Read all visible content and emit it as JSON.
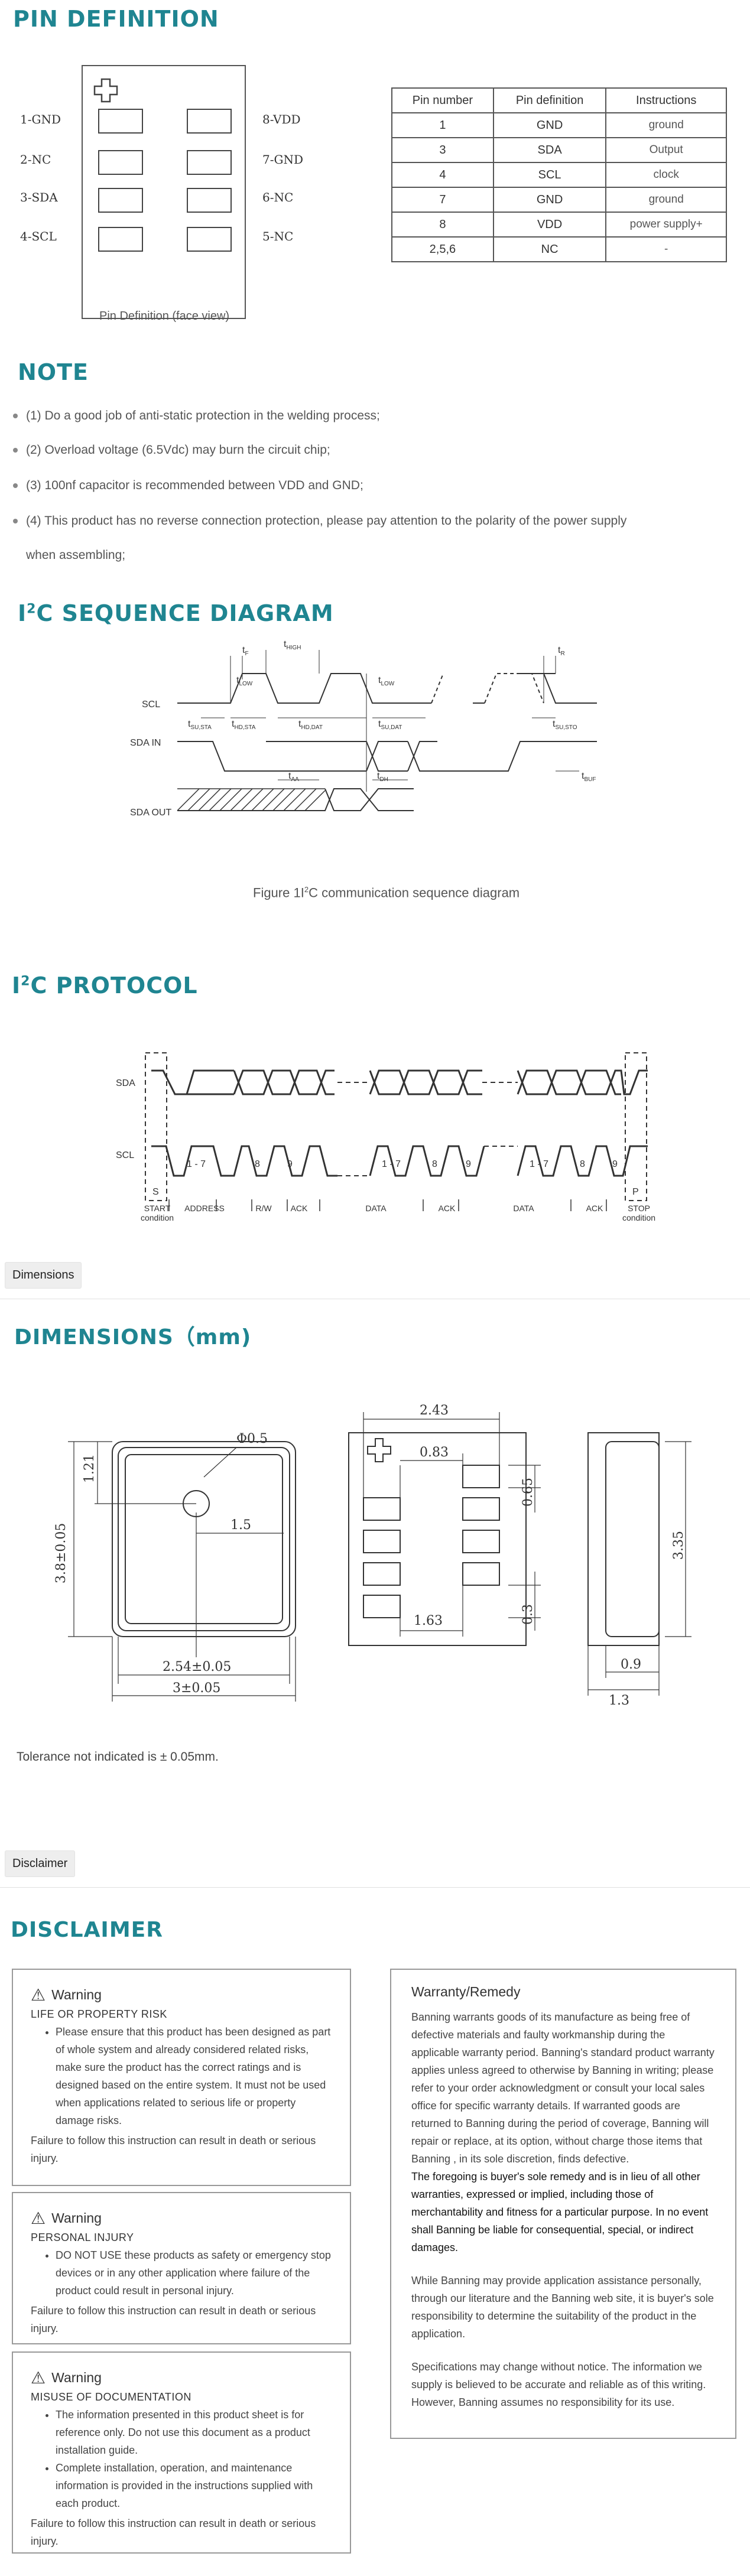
{
  "pin_section": {
    "title": "PIN DEFINITION",
    "left_labels": [
      "1-GND",
      "2-NC",
      "3-SDA",
      "4-SCL"
    ],
    "right_labels": [
      "8-VDD",
      "7-GND",
      "6-NC",
      "5-NC"
    ],
    "caption": "Pin Definition (face view)"
  },
  "pin_table": {
    "headers": [
      "Pin number",
      "Pin definition",
      "Instructions"
    ],
    "rows": [
      {
        "pin": "1",
        "def": "GND",
        "inst": "ground"
      },
      {
        "pin": "3",
        "def": "SDA",
        "inst": "Output"
      },
      {
        "pin": "4",
        "def": "SCL",
        "inst": "clock"
      },
      {
        "pin": "7",
        "def": "GND",
        "inst": "ground"
      },
      {
        "pin": "8",
        "def": "VDD",
        "inst": "power supply+"
      },
      {
        "pin": "2,5,6",
        "def": "NC",
        "inst": "-"
      }
    ]
  },
  "note": {
    "title": "NOTE",
    "items": [
      "(1) Do a good job of anti-static protection in the welding process;",
      "(2) Overload voltage (6.5Vdc) may burn the circuit chip;",
      "(3) 100nf capacitor is recommended between VDD and GND;",
      "(4) This product has no reverse connection protection, please pay attention to the polarity of the power supply",
      "when assembling;"
    ]
  },
  "sequence": {
    "title_pre": "I",
    "title_sup": "2",
    "title_post": "C SEQUENCE DIAGRAM",
    "signals": [
      "SCL",
      "SDA IN",
      "SDA OUT"
    ],
    "timings": {
      "tf": "t",
      "tf_sub": "F",
      "thigh": "t",
      "thigh_sub": "HIGH",
      "tlow1": "t",
      "tlow1_sub": "LOW",
      "tlow2": "t",
      "tlow2_sub": "LOW",
      "tr": "t",
      "tr_sub": "R",
      "tsusta": "t",
      "tsusta_sub": "SU,STA",
      "thdsta": "t",
      "thdsta_sub": "HD,STA",
      "thddat": "t",
      "thddat_sub": "HD,DAT",
      "tsudat": "t",
      "tsudat_sub": "SU,DAT",
      "tsusto": "t",
      "tsusto_sub": "SU,STO",
      "taa": "t",
      "taa_sub": "AA",
      "tdh": "t",
      "tdh_sub": "DH",
      "tbuf": "t",
      "tbuf_sub": "BUF"
    },
    "caption_pre": "Figure 1I",
    "caption_sup": "2",
    "caption_post": "C communication sequence diagram"
  },
  "protocol": {
    "title_pre": "I",
    "title_sup": "2",
    "title_post": "C PROTOCOL",
    "signals": [
      "SDA",
      "SCL"
    ],
    "clock_labels": [
      "1 - 7",
      "8",
      "9",
      "1 - 7",
      "8",
      "9",
      "1 - 7",
      "8",
      "9"
    ],
    "marks": [
      "S",
      "P"
    ],
    "segments": [
      "START",
      "condition",
      "ADDRESS",
      "R/W",
      "ACK",
      "DATA",
      "ACK",
      "DATA",
      "ACK",
      "STOP",
      "condition"
    ]
  },
  "tabs": {
    "dimensions": "Dimensions",
    "disclaimer": "Disclaimer"
  },
  "dimensions": {
    "title": "DIMENSIONS（mm)",
    "labels": {
      "phi": "Φ0.5",
      "d121": "1.21",
      "d38": "3.8±0.05",
      "d15": "1.5",
      "d254": "2.54±0.05",
      "d3": "3±0.05",
      "d243": "2.43",
      "d083": "0.83",
      "d065": "0.65",
      "d163": "1.63",
      "d03": "0.3",
      "d335": "3.35",
      "d09": "0.9",
      "d13": "1.3"
    },
    "tolerance": "Tolerance not indicated is ± 0.05mm."
  },
  "disclaimer": {
    "title": "DISCLAIMER",
    "warnings": [
      {
        "title": "Warning",
        "sub": "LIFE OR PROPERTY RISK",
        "bullets": [
          "Please ensure that this product has been designed as part of whole system and already considered related risks, make sure the product has the correct ratings and is designed based on the entire system. It must not be used when applications related to serious life or property damage risks."
        ],
        "foot": "Failure to follow this instruction can result in death or serious injury."
      },
      {
        "title": "Warning",
        "sub": "PERSONAL INJURY",
        "bullets": [
          "DO NOT USE these products as safety or emergency stop devices or in any other application where failure of the product could result in personal injury."
        ],
        "foot": "Failure to follow this instruction can result in death or serious injury."
      },
      {
        "title": "Warning",
        "sub": "MISUSE OF DOCUMENTATION",
        "bullets": [
          "The information presented in this product sheet is for reference only. Do not use this document as a product installation guide.",
          "Complete installation, operation, and maintenance information is provided in the instructions supplied with each product."
        ],
        "foot": "Failure to follow this instruction can result in death or serious injury."
      }
    ],
    "remedy": {
      "title": "Warranty/Remedy",
      "p1": "Banning warrants goods of its manufacture as being free of defective materials and faulty workmanship during the applicable warranty period. Banning's standard product warranty applies unless agreed to otherwise by Banning in writing; please refer to your order acknowledgment or consult your local sales office for specific warranty details. If warranted goods are returned to Banning during the period of coverage, Banning will repair or replace, at its option, without charge those items that Banning , in its sole discretion, finds defective.",
      "p1b": "The foregoing is buyer's sole remedy and is in lieu of all other warranties, expressed or implied, including those of merchantability and fitness for a particular purpose. In no event shall Banning be liable for consequential, special, or indirect damages.",
      "p2": "While Banning may provide application assistance personally, through our literature and the Banning web site, it is buyer's sole responsibility to determine the suitability of the product in the application.",
      "p3": "Specifications may change without notice. The information we supply is believed to be accurate and reliable as of this writing. However, Banning assumes no responsibility for its use."
    }
  },
  "colors": {
    "heading": "#1f8591",
    "line": "#333333"
  }
}
